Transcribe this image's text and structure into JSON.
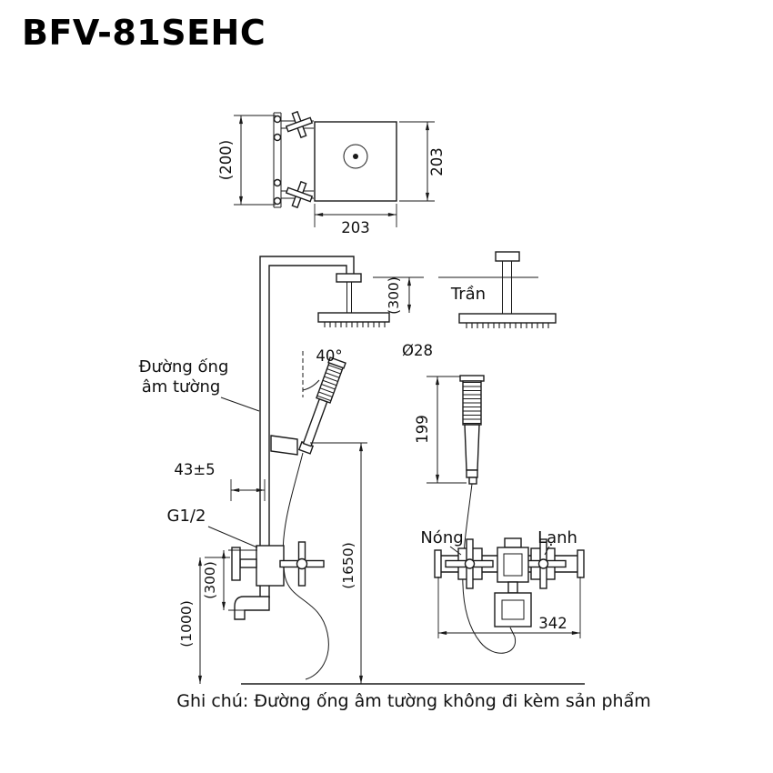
{
  "title": "BFV-81SEHC",
  "note": "Ghi chú: Đường ống âm tường không đi kèm sản phẩm",
  "labels": {
    "ceiling": "Trần",
    "hot": "Nóng",
    "cold": "Lạnh",
    "concealed_pipe_1": "Đường ống",
    "concealed_pipe_2": "âm tường",
    "thread_size": "G1/2"
  },
  "dimensions": {
    "mount_height_ref": "(200)",
    "plate_height": "203",
    "plate_width": "203",
    "ceiling_to_head_ref": "(300)",
    "spray_angle": "40°",
    "hand_shower_diameter": "Ø28",
    "hand_shower_length": "199",
    "pipe_offset": "43±5",
    "valve_spacing_ref": "(300)",
    "total_height_ref": "(1650)",
    "valve_height_ref": "(1000)",
    "bar_width": "342"
  },
  "colors": {
    "line": "#1a1a1a",
    "background": "#ffffff"
  }
}
